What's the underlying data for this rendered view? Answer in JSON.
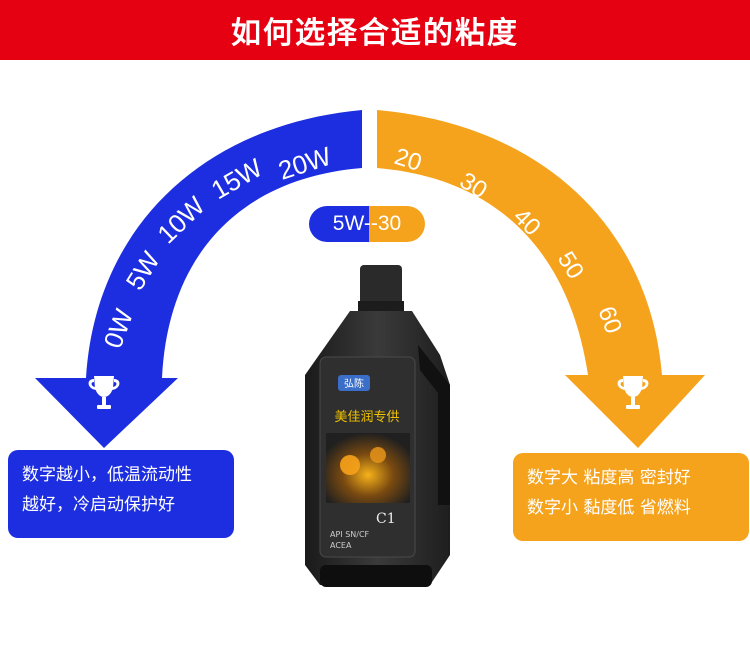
{
  "banner": {
    "title": "如何选择合适的粘度"
  },
  "left_scale": {
    "labels": [
      "0W",
      "5W",
      "10W",
      "15W",
      "20W"
    ],
    "color": "#1c2ee0"
  },
  "right_scale": {
    "labels": [
      "20",
      "30",
      "40",
      "50",
      "60"
    ],
    "color": "#f5a31c"
  },
  "grade_pill": {
    "text": "5W--30"
  },
  "left_box": {
    "line1": "数字越小，低温流动性",
    "line2": "越好，冷启动保护好"
  },
  "right_box": {
    "line1": "数字大 粘度高 密封好",
    "line2": "数字小 黏度低 省燃料"
  },
  "bottle": {
    "brand": "弘陈",
    "tagline": "美佳润专供",
    "grade_code": "C1",
    "spec_line": "API SN/CF",
    "acea_line": "ACEA"
  },
  "colors": {
    "banner": "#e50012",
    "blue": "#1c2ee0",
    "orange": "#f5a31c"
  }
}
